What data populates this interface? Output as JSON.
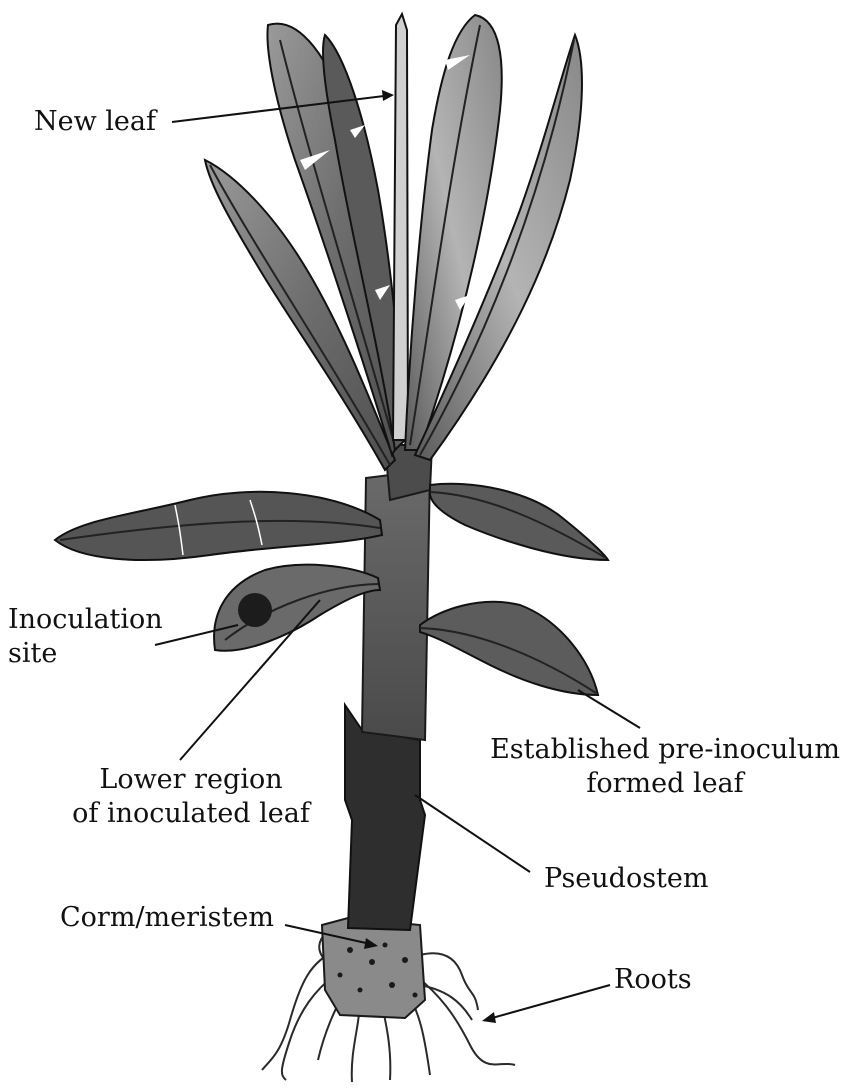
{
  "labels": {
    "new_leaf": "New leaf",
    "inoculation_site_line1": "Inoculation",
    "inoculation_site_line2": "site",
    "lower_region_line1": "Lower region",
    "lower_region_line2": "of inoculated leaf",
    "established_line1": "Established pre-inoculum",
    "established_line2": "formed leaf",
    "pseudostem": "Pseudostem",
    "corm_meristem": "Corm/meristem",
    "roots": "Roots"
  },
  "colors": {
    "leaf_light": "#a8a8a8",
    "leaf_mid": "#7a7a7a",
    "leaf_dark": "#4a4a4a",
    "stem": "#3a3a3a",
    "corm": "#8c8c8c",
    "outline": "#1a1a1a",
    "inoculation_spot": "#1c1c1c"
  }
}
